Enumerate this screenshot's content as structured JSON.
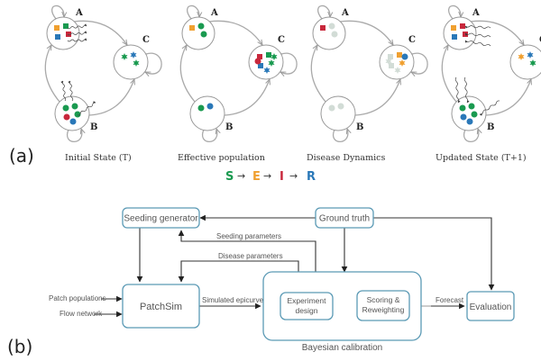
{
  "panel_a": {
    "label": "(a)",
    "states": [
      {
        "title": "Initial State (T)",
        "nodes": {
          "A": {
            "label": "A",
            "agents": [
              {
                "shape": "square",
                "color": "orange"
              },
              {
                "shape": "square",
                "color": "green"
              },
              {
                "shape": "square",
                "color": "red"
              },
              {
                "shape": "square",
                "color": "blue"
              }
            ],
            "wavy_out": 3
          },
          "B": {
            "label": "B",
            "agents": [
              {
                "shape": "circle",
                "color": "green"
              },
              {
                "shape": "circle",
                "color": "green"
              },
              {
                "shape": "circle",
                "color": "green"
              },
              {
                "shape": "circle",
                "color": "red"
              },
              {
                "shape": "circle",
                "color": "blue"
              }
            ],
            "wavy_out": 3
          },
          "C": {
            "label": "C",
            "agents": [
              {
                "shape": "star",
                "color": "green"
              },
              {
                "shape": "star",
                "color": "blue"
              },
              {
                "shape": "star",
                "color": "green"
              }
            ],
            "wavy_out": 0
          }
        }
      },
      {
        "title": "Effective population",
        "nodes": {
          "A": {
            "label": "A",
            "agents": [
              {
                "shape": "square",
                "color": "orange"
              },
              {
                "shape": "circle",
                "color": "green"
              },
              {
                "shape": "circle",
                "color": "green"
              }
            ]
          },
          "B": {
            "label": "B",
            "agents": [
              {
                "shape": "circle",
                "color": "green"
              },
              {
                "shape": "circle",
                "color": "blue"
              }
            ]
          },
          "C": {
            "label": "C",
            "agents": [
              {
                "shape": "square",
                "color": "red"
              },
              {
                "shape": "square",
                "color": "green"
              },
              {
                "shape": "star",
                "color": "green"
              },
              {
                "shape": "square",
                "color": "blue"
              },
              {
                "shape": "star",
                "color": "blue"
              },
              {
                "shape": "circle",
                "color": "red"
              },
              {
                "shape": "star",
                "color": "green"
              }
            ]
          }
        }
      },
      {
        "title": "Disease Dynamics",
        "nodes": {
          "A": {
            "label": "A",
            "agents": [
              {
                "shape": "square",
                "color": "red"
              },
              {
                "shape": "circle",
                "color": "faded"
              },
              {
                "shape": "circle",
                "color": "faded"
              }
            ]
          },
          "B": {
            "label": "B",
            "agents": [
              {
                "shape": "circle",
                "color": "faded"
              },
              {
                "shape": "circle",
                "color": "faded"
              }
            ]
          },
          "C": {
            "label": "C",
            "agents": [
              {
                "shape": "square",
                "color": "faded"
              },
              {
                "shape": "square",
                "color": "orange"
              },
              {
                "shape": "star",
                "color": "orange"
              },
              {
                "shape": "square",
                "color": "faded"
              },
              {
                "shape": "star",
                "color": "faded"
              },
              {
                "shape": "star",
                "color": "faded"
              },
              {
                "shape": "circle",
                "color": "blue"
              }
            ]
          }
        }
      },
      {
        "title": "Updated State (T+1)",
        "nodes": {
          "A": {
            "label": "A",
            "agents": [
              {
                "shape": "square",
                "color": "orange"
              },
              {
                "shape": "square",
                "color": "red"
              },
              {
                "shape": "square",
                "color": "red"
              },
              {
                "shape": "square",
                "color": "blue"
              }
            ],
            "wavy_in": 3
          },
          "B": {
            "label": "B",
            "agents": [
              {
                "shape": "circle",
                "color": "green"
              },
              {
                "shape": "circle",
                "color": "green"
              },
              {
                "shape": "circle",
                "color": "green"
              },
              {
                "shape": "circle",
                "color": "blue"
              },
              {
                "shape": "circle",
                "color": "blue"
              }
            ],
            "wavy_in": 3
          },
          "C": {
            "label": "C",
            "agents": [
              {
                "shape": "star",
                "color": "orange"
              },
              {
                "shape": "star",
                "color": "blue"
              },
              {
                "shape": "star",
                "color": "green"
              }
            ]
          }
        }
      }
    ],
    "seir": [
      {
        "letter": "S",
        "color": "#1a9a50"
      },
      {
        "letter": "E",
        "color": "#f0a030"
      },
      {
        "letter": "I",
        "color": "#c8283c"
      },
      {
        "letter": "R",
        "color": "#2a78b8"
      }
    ],
    "seir_arrow": "→",
    "colors": {
      "green": "#1a9a50",
      "orange": "#f0a030",
      "red": "#c8283c",
      "blue": "#2a78b8",
      "faded": "#d2dcd6"
    }
  },
  "panel_b": {
    "label": "(b)",
    "boxes": {
      "seeding_generator": "Seeding generator",
      "ground_truth": "Ground truth",
      "patchsim": "PatchSim",
      "experiment_design_1": "Experiment",
      "experiment_design_2": "design",
      "scoring_1": "Scoring &",
      "scoring_2": "Reweighting",
      "evaluation": "Evaluation",
      "bayesian_calibration": "Bayesian calibration"
    },
    "inputs": {
      "patch_populations": "Patch populations",
      "flow_network": "Flow network"
    },
    "edge_labels": {
      "seeding_parameters": "Seeding parameters",
      "disease_parameters": "Disease parameters",
      "simulated_epicurves": "Simulated epicurves",
      "forecast": "Forecast"
    }
  }
}
